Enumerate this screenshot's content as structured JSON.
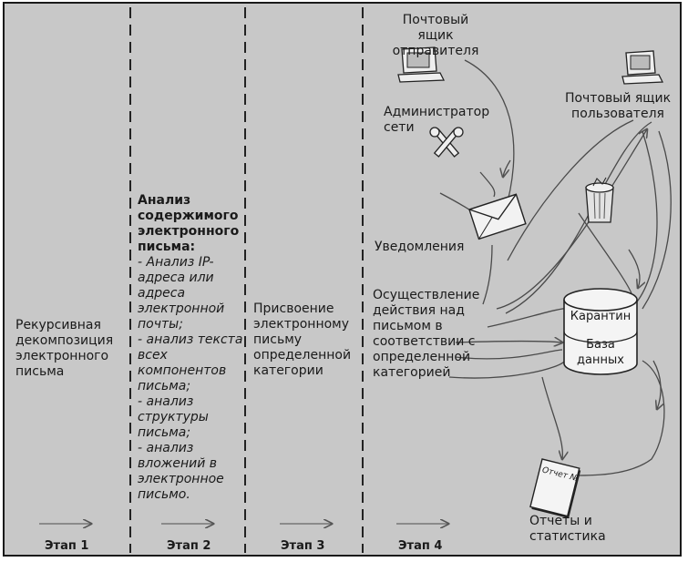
{
  "stages": [
    {
      "label": "Этап 1",
      "text": "Рекурсивная декомпозиция электронного письма"
    },
    {
      "label": "Этап 2",
      "title": "Анализ содержимого электронного письма:",
      "items": [
        "- Анализ IP-адреса или адреса электронной почты;",
        "- анализ текста всех компонентов письма;",
        "- анализ структуры письма;",
        "- анализ вложений в электронное письмо."
      ]
    },
    {
      "label": "Этап 3",
      "text": "Присвоение электронному письму определенной категории"
    },
    {
      "label": "Этап 4",
      "text": "Осуществление действия над письмом в соответствии с определенной категорией"
    }
  ],
  "nodes": {
    "sender": "Почтовый ящик отправителя",
    "admin": "Администратор сети",
    "user": "Почтовый ящик пользователя",
    "notifications": "Уведомления",
    "quarantine": "Карантин",
    "database": "База данных",
    "report_tag": "Отчет №",
    "reports": "Отчеты и статистика"
  },
  "colors": {
    "background": "#c8c8c8",
    "ink": "#1a1a1a",
    "icon_fill": "#eeeeee"
  }
}
